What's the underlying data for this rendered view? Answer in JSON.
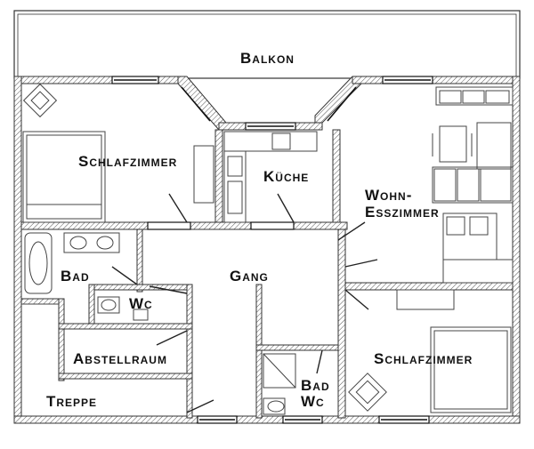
{
  "rooms": {
    "balkon": "Balkon",
    "schlafzimmer_1": "Schlafzimmer",
    "kueche": "Küche",
    "wohn_1": "Wohn-",
    "wohn_2": "Esszimmer",
    "bad": "Bad",
    "gang": "Gang",
    "wc": "Wc",
    "abstellraum": "Abstellraum",
    "schlafzimmer_2": "Schlafzimmer",
    "bad_2": "Bad",
    "wc_2": "Wc",
    "treppe": "Treppe"
  },
  "colors": {
    "wall": "#333333",
    "hatch": "#555555",
    "window": "#111111",
    "furniture": "#444444"
  }
}
